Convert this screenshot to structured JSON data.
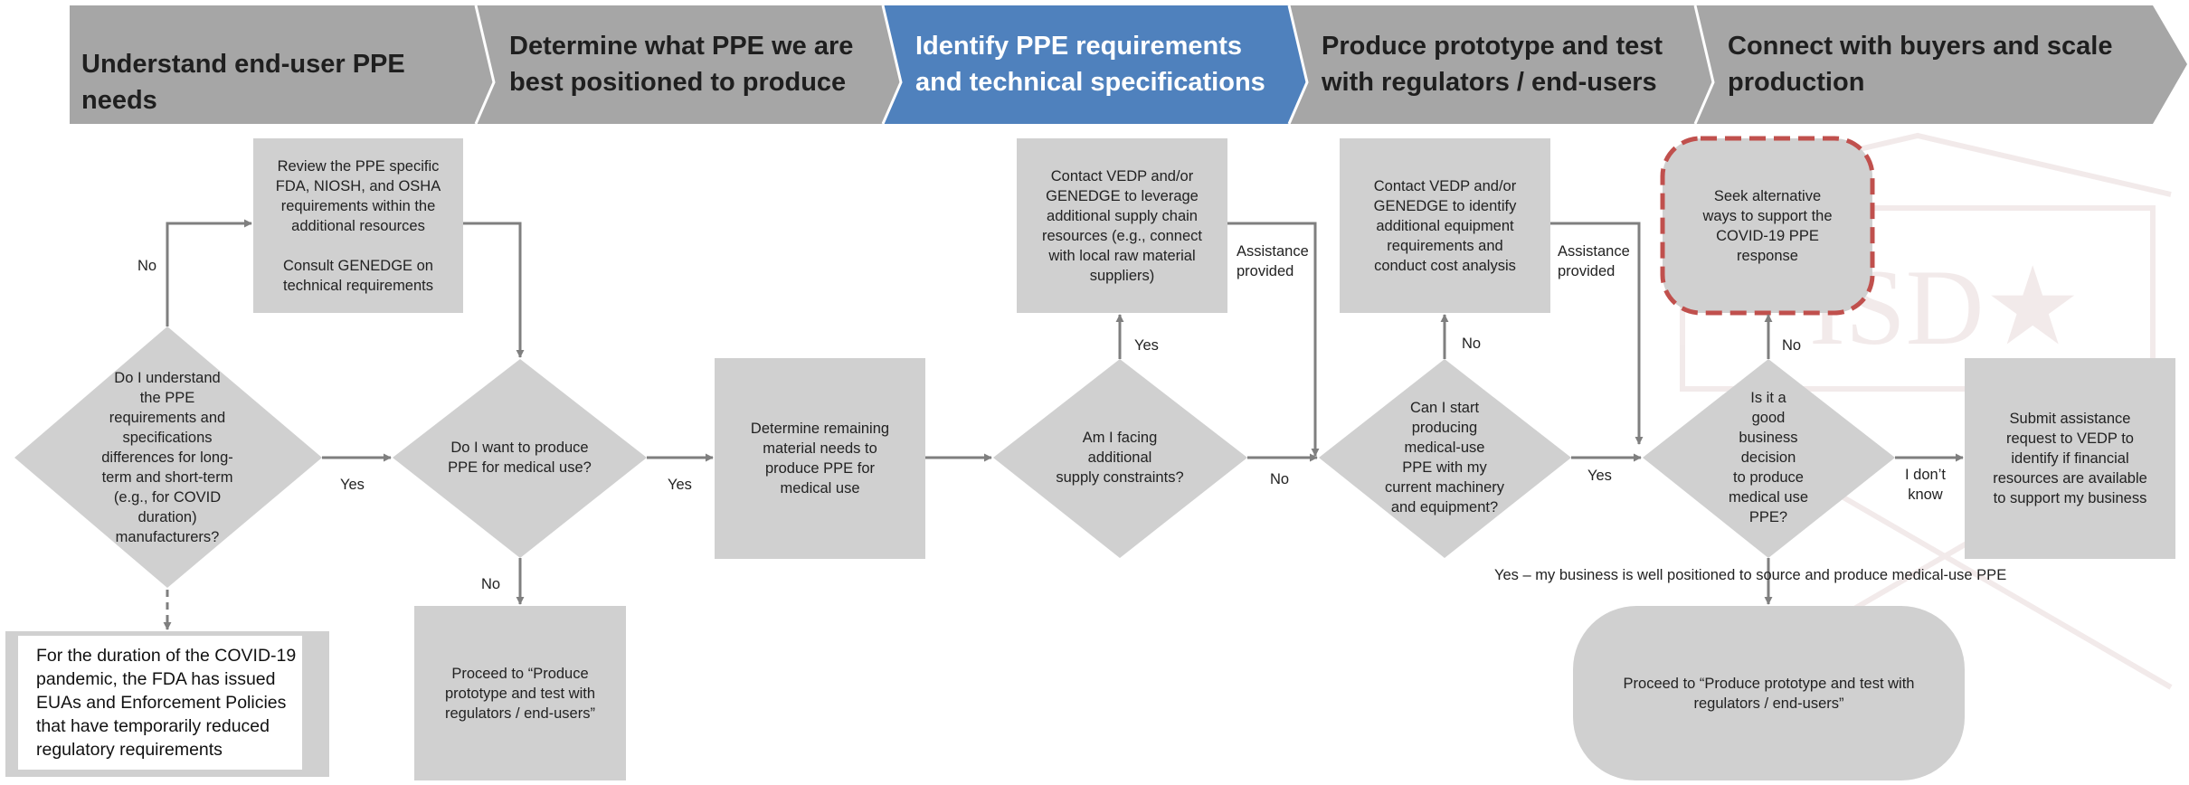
{
  "stages": [
    {
      "label": "Understand end-user PPE needs",
      "active": false
    },
    {
      "label": "Determine what PPE we are best positioned to produce",
      "active": false
    },
    {
      "label": "Identify PPE requirements and technical specifications",
      "active": true
    },
    {
      "label": "Produce prototype and test with regulators / end-users",
      "active": false
    },
    {
      "label": "Connect with buyers and scale production",
      "active": false
    }
  ],
  "colors": {
    "stage_fill": "#a6a6a6",
    "stage_active_fill": "#4f81bd",
    "shape_fill": "#d0d0d0",
    "connector": "#7f7f7f",
    "highlight_border": "#c0504d"
  },
  "nodes": {
    "d1": "Do I understand\nthe PPE\nrequirements and\nspecifications\ndifferences for long-\nterm and short-term\n(e.g., for COVID\nduration)\nmanufacturers?",
    "b_review": "Review the PPE specific\nFDA, NIOSH, and OSHA\nrequirements within the\nadditional resources\n\nConsult GENEDGE on\ntechnical requirements",
    "note": "For the duration of the COVID-19\npandemic, the FDA has issued\nEUAs and Enforcement Policies\nthat have temporarily reduced\nregulatory requirements",
    "d2": "Do I want to produce\nPPE for medical use?",
    "b_proceed1": "Proceed to “Produce\nprototype and test with\nregulators / end-users”",
    "b_material": "Determine remaining\nmaterial needs to\nproduce PPE for\nmedical use",
    "d3": "Am I facing\nadditional\nsupply constraints?",
    "b_contact1": "Contact VEDP and/or\nGENEDGE to leverage\nadditional supply chain\nresources (e.g., connect\nwith local raw material\nsuppliers)",
    "d4": "Can I start\nproducing\nmedical-use\nPPE with my\ncurrent machinery\nand equipment?",
    "b_contact2": "Contact VEDP and/or\nGENEDGE to identify\nadditional equipment\nrequirements and\nconduct cost analysis",
    "d5": "Is it a\ngood\nbusiness\ndecision\nto produce\nmedical use\nPPE?",
    "b_seek": "Seek alternative\nways to support the\nCOVID-19 PPE\nresponse",
    "b_submit": "Submit assistance\nrequest to VEDP to\nidentify if financial\nresources are available\nto support my business",
    "b_proceed2": "Proceed to “Produce prototype and test with\nregulators / end-users”"
  },
  "labels": {
    "d1_no": "No",
    "d1_yes": "Yes",
    "d2_yes": "Yes",
    "d2_no": "No",
    "d3_yes": "Yes",
    "d3_no": "No",
    "assist1": "Assistance\nprovided",
    "d4_no": "No",
    "d4_yes": "Yes",
    "assist2": "Assistance\nprovided",
    "d5_no": "No",
    "d5_dont_know": "I don’t\nknow",
    "d5_yes": "Yes – my business is well positioned to source and produce medical-use PPE"
  }
}
